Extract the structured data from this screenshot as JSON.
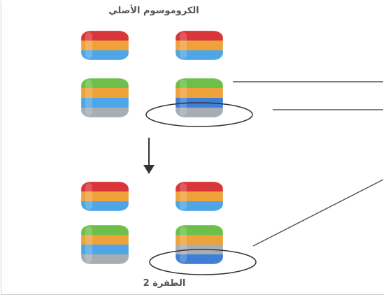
{
  "title": "الكروموسوم الأصلي",
  "bottom_label": "الطفرة 2",
  "colors": {
    "red": "#d9363a",
    "orange": "#f0a23a",
    "blue": "#4ea6e6",
    "green": "#6cc04a",
    "gray": "#a7adb3",
    "dark_blue": "#3f7fd6",
    "line": "#555555",
    "arrow": "#333333"
  },
  "chromosomes": [
    {
      "name": "original-left",
      "top_arm": [
        "red",
        "orange",
        "blue"
      ],
      "bottom_arm": [
        "green",
        "orange",
        "blue",
        "gray"
      ]
    },
    {
      "name": "original-right",
      "top_arm": [
        "red",
        "orange",
        "blue"
      ],
      "bottom_arm": [
        "green",
        "orange",
        "dark_blue",
        "gray"
      ],
      "highlight": "bottom-band"
    },
    {
      "name": "mutant-left",
      "top_arm": [
        "red",
        "orange",
        "blue"
      ],
      "bottom_arm": [
        "green",
        "orange",
        "blue",
        "gray"
      ]
    },
    {
      "name": "mutant-right",
      "top_arm": [
        "red",
        "orange",
        "blue"
      ],
      "bottom_arm": [
        "green",
        "orange",
        "gray",
        "dark_blue"
      ],
      "highlight": "bottom-band"
    }
  ]
}
